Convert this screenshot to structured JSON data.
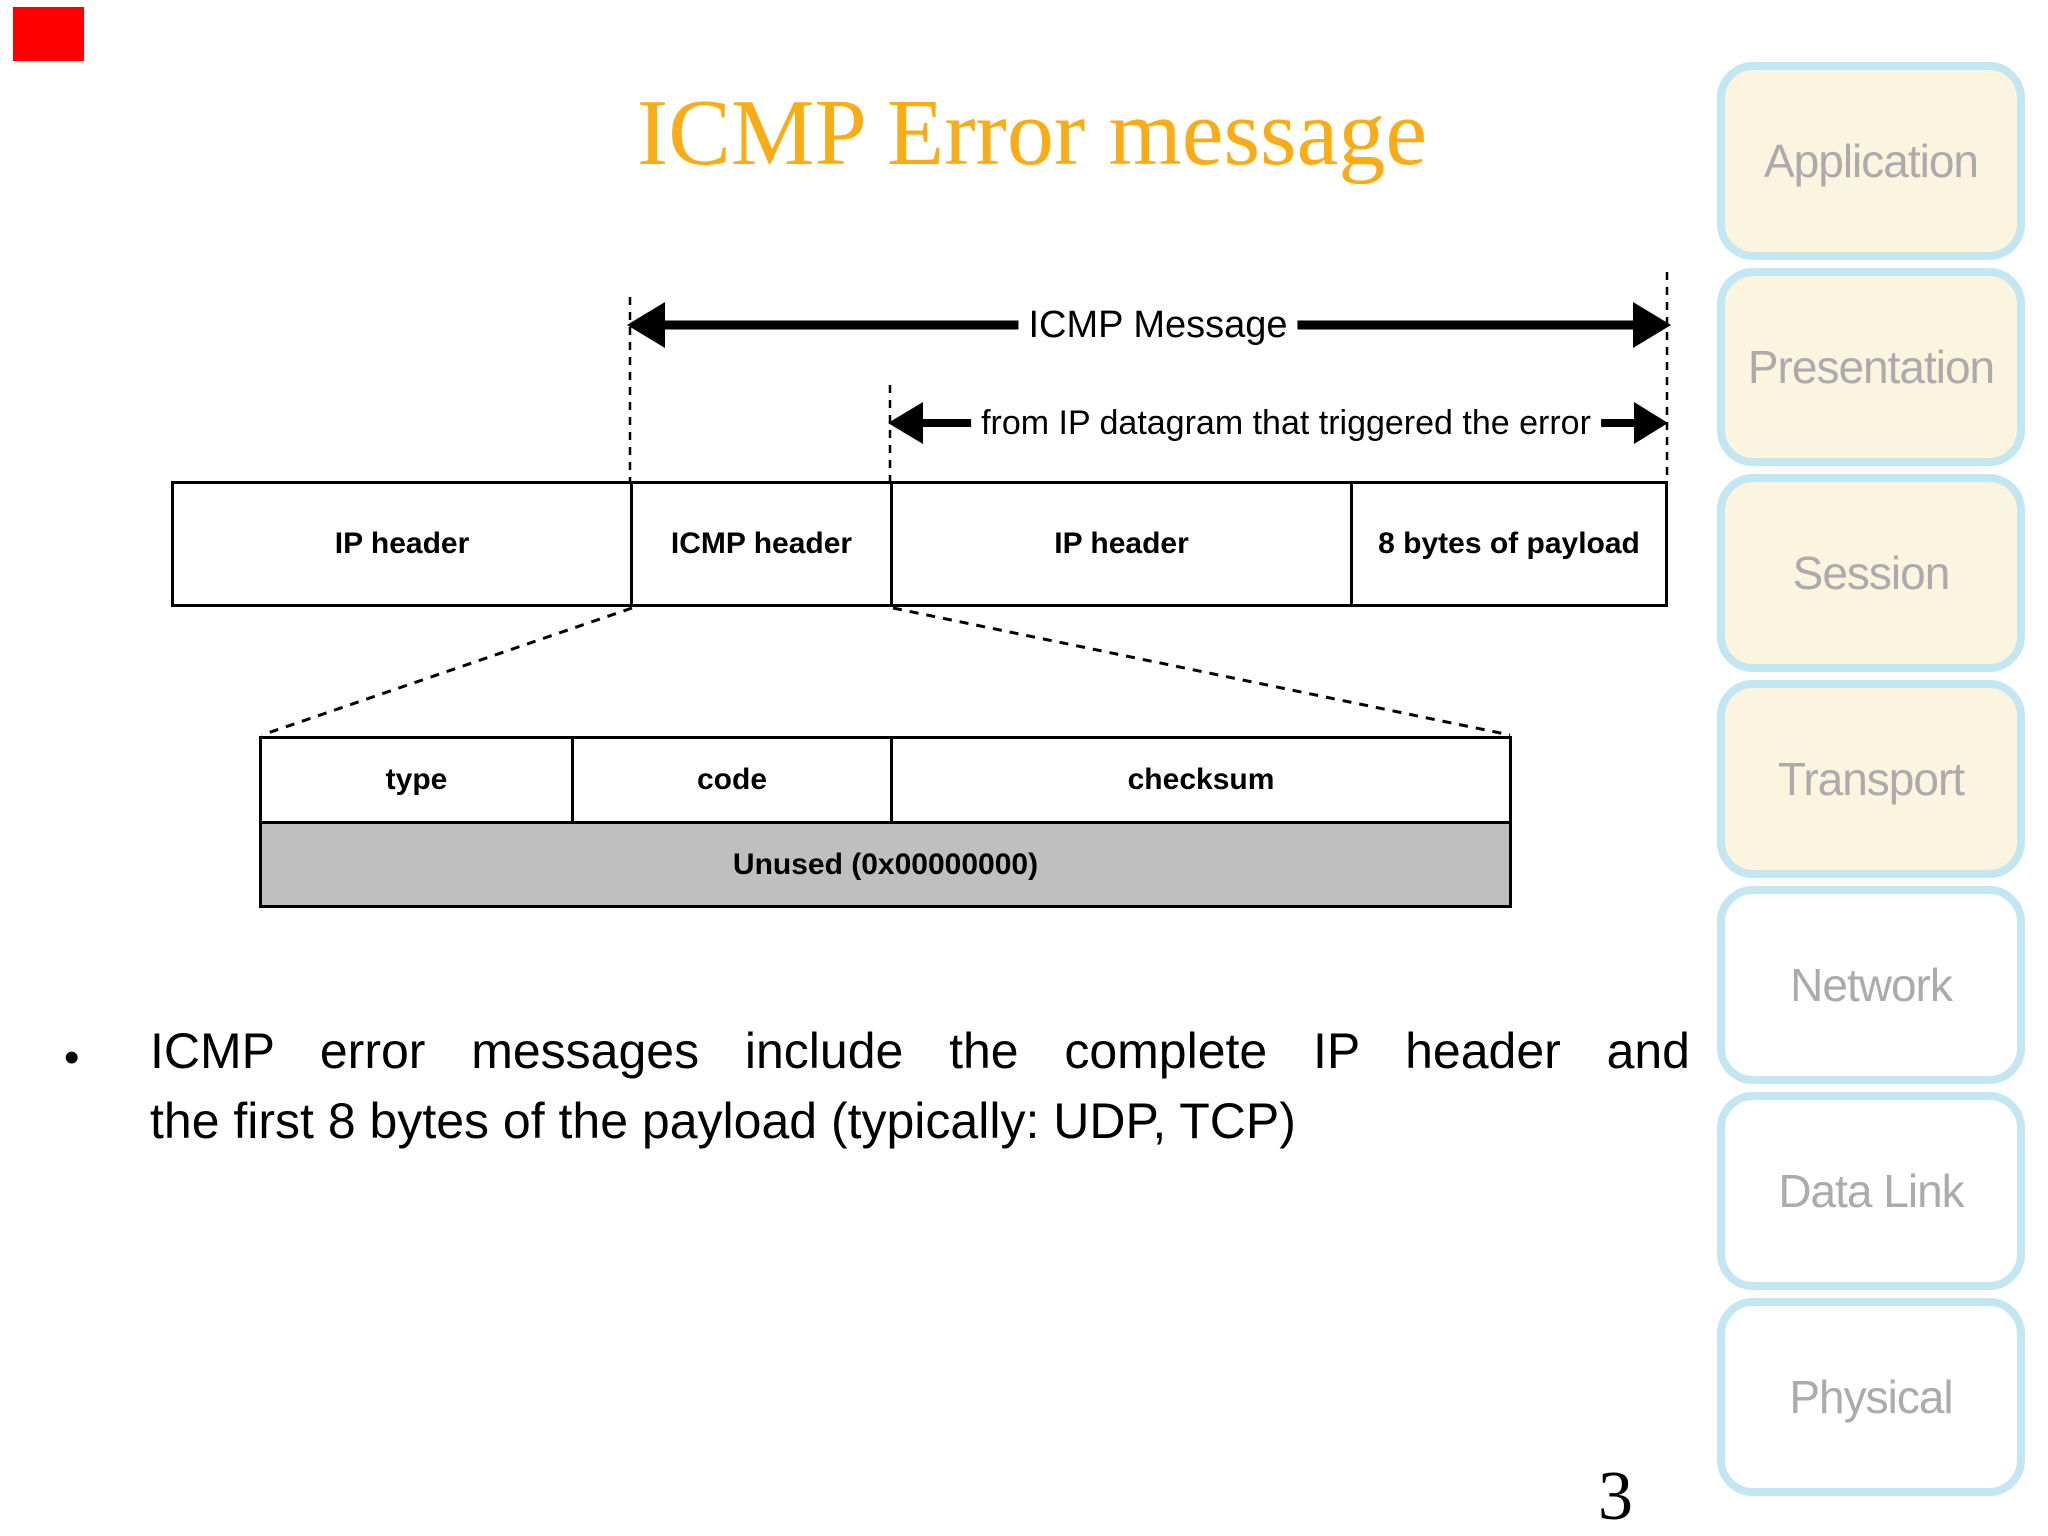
{
  "slide": {
    "title": "ICMP Error message",
    "page_number": "3"
  },
  "diagram": {
    "arrows": [
      {
        "label": "ICMP Message"
      },
      {
        "label": "from IP datagram that triggered the error"
      }
    ],
    "packet_row": {
      "cells": [
        "IP header",
        "ICMP header",
        "IP header",
        "8 bytes of payload"
      ]
    },
    "icmp_header_detail": {
      "fields": [
        "type",
        "code",
        "checksum"
      ],
      "unused": "Unused (0x00000000)"
    }
  },
  "bullet": {
    "marker": "•",
    "line1": "ICMP error messages include the complete IP header and",
    "line2": "the first 8 bytes of the payload (typically: UDP, TCP)"
  },
  "osi_stack": {
    "layers": [
      {
        "label": "Application",
        "fill": "cream"
      },
      {
        "label": "Presentation",
        "fill": "cream"
      },
      {
        "label": "Session",
        "fill": "cream"
      },
      {
        "label": "Transport",
        "fill": "cream"
      },
      {
        "label": "Network",
        "fill": "white"
      },
      {
        "label": "Data Link",
        "fill": "white"
      },
      {
        "label": "Physical",
        "fill": "white"
      }
    ]
  },
  "colors": {
    "title": "#f9ac15",
    "red_marker": "#fe0000",
    "unused_row_fill": "#bfbfbf",
    "osi_border": "#c3e6f3",
    "osi_cream_fill": "#fbf4de",
    "osi_label_text": "#ababab",
    "line_black": "#000000"
  }
}
